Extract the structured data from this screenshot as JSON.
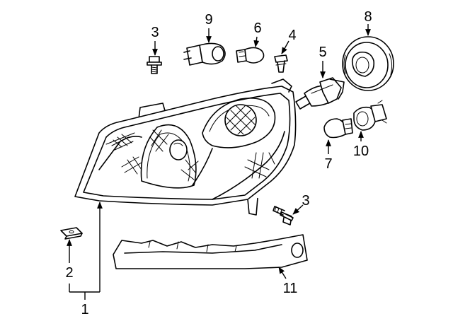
{
  "callouts": [
    {
      "id": "c1",
      "text": "1"
    },
    {
      "id": "c2",
      "text": "2"
    },
    {
      "id": "c3a",
      "text": "3"
    },
    {
      "id": "c3b",
      "text": "3"
    },
    {
      "id": "c4",
      "text": "4"
    },
    {
      "id": "c5",
      "text": "5"
    },
    {
      "id": "c6",
      "text": "6"
    },
    {
      "id": "c7",
      "text": "7"
    },
    {
      "id": "c8",
      "text": "8"
    },
    {
      "id": "c9",
      "text": "9"
    },
    {
      "id": "c10",
      "text": "10"
    },
    {
      "id": "c11",
      "text": "11"
    }
  ]
}
